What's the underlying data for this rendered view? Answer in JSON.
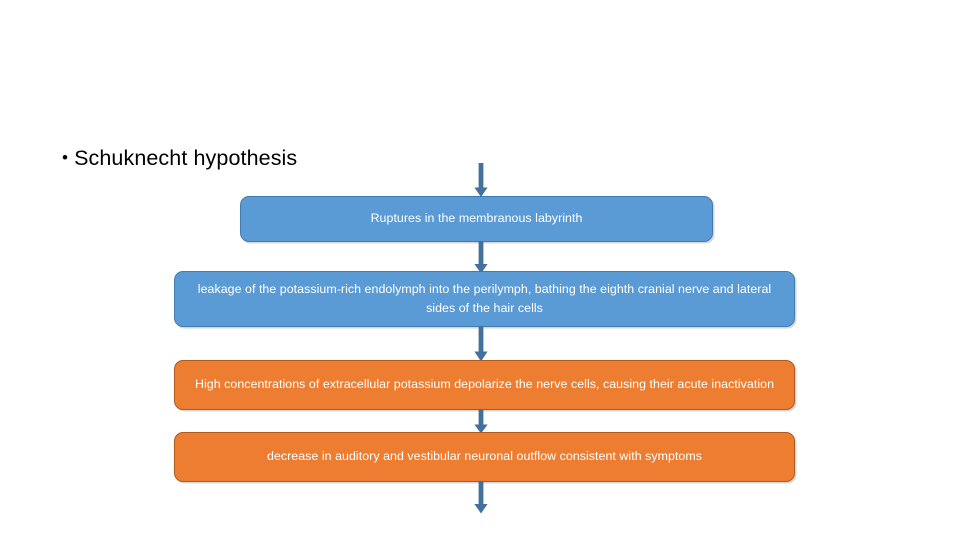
{
  "slide": {
    "background_color": "#FFFFFF",
    "heading": {
      "bullet_glyph": "•",
      "text": "Schuknecht hypothesis"
    },
    "palette": {
      "blue_fill": "#5B9BD5",
      "blue_border": "#3F7CB4",
      "orange_fill": "#ED7D31",
      "orange_border": "#B05A1E",
      "arrow_color": "#41719C",
      "box_text_color": "#FFFFFF",
      "heading_text_color": "#000000"
    },
    "flow": {
      "steps": [
        {
          "id": "step-1",
          "color": "blue",
          "text": "Ruptures in the membranous labyrinth"
        },
        {
          "id": "step-2",
          "color": "blue",
          "text": "leakage of the potassium-rich endolymph into the perilymph, bathing the eighth cranial nerve and lateral sides of the hair cells"
        },
        {
          "id": "step-3",
          "color": "orange",
          "text": "High concentrations of extracellular potassium depolarize the nerve cells, causing their acute inactivation"
        },
        {
          "id": "step-4",
          "color": "orange",
          "text": "decrease in auditory and vestibular neuronal outflow consistent with symptoms"
        }
      ],
      "connectors": [
        {
          "id": "connector-top",
          "direction": "down"
        },
        {
          "id": "connector-1-2",
          "direction": "down"
        },
        {
          "id": "connector-2-3",
          "direction": "down"
        },
        {
          "id": "connector-3-4",
          "direction": "down"
        },
        {
          "id": "connector-bottom",
          "direction": "down"
        }
      ]
    }
  }
}
